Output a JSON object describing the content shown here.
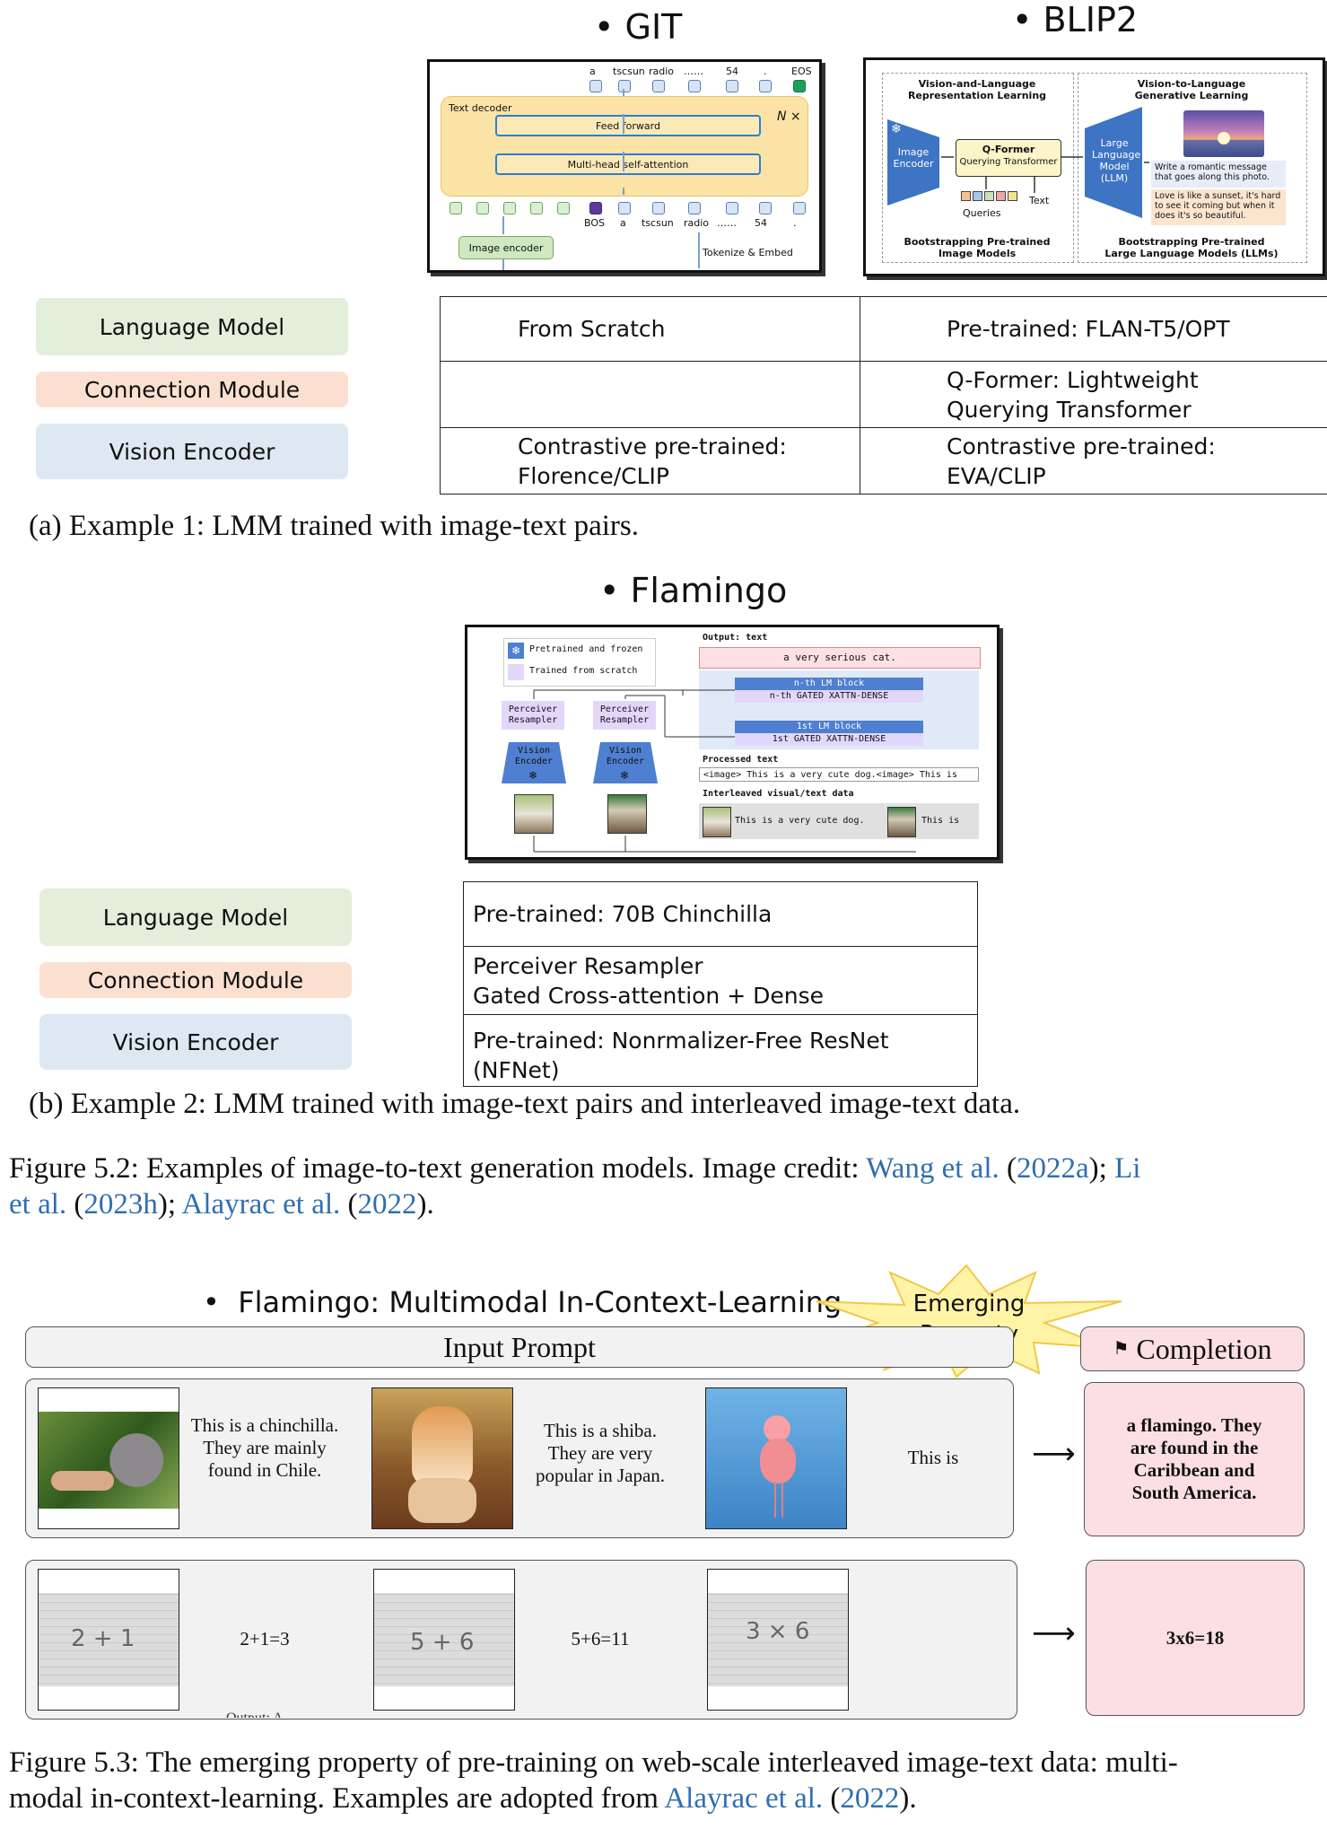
{
  "fig52": {
    "git": {
      "title": "GIT",
      "text_decoder": "Text decoder",
      "feed_forward": "Feed forward",
      "mhsa": "Multi-head self-attention",
      "nx": "N ×",
      "out_tokens": [
        "a",
        "tscsun",
        "radio",
        "……",
        "54",
        ".",
        "EOS"
      ],
      "in_tokens": [
        "BOS",
        "a",
        "tscsun",
        "radio",
        "……",
        "54",
        "."
      ],
      "image_encoder": "Image encoder",
      "tokenize": "Tokenize & Embed"
    },
    "blip2": {
      "title": "BLIP2",
      "vl_rep": "Vision-and-Language\nRepresentation Learning",
      "vl_gen": "Vision-to-Language\nGenerative Learning",
      "image_encoder": "Image\nEncoder",
      "qformer": "Q-Former",
      "querying_transformer": "Querying Transformer",
      "queries": "Queries",
      "text": "Text",
      "llm": "Large\nLanguage\nModel\n(LLM)",
      "prompt": "Write a romantic message that goes along this photo.",
      "answer": "Love is like a sunset, it's hard to see it coming but when it does it's so beautiful.",
      "boot1": "Bootstrapping Pre-trained\nImage Models",
      "boot2": "Bootstrapping Pre-trained\nLarge Language Models (LLMs)"
    },
    "legend": {
      "language_model": "Language Model",
      "connection_module": "Connection Module",
      "vision_encoder": "Vision Encoder",
      "colors": {
        "language": "#e3efda",
        "connection": "#fbe0d2",
        "vision": "#dde8f3"
      }
    },
    "table1": {
      "git_lm": "From Scratch",
      "blip_lm": "Pre-trained: FLAN-T5/OPT",
      "git_conn": "",
      "blip_conn_1": "Q-Former: Lightweight",
      "blip_conn_2": "Querying Transformer",
      "git_vis_1": "Contrastive pre-trained:",
      "git_vis_2": "Florence/CLIP",
      "blip_vis_1": "Contrastive pre-trained:",
      "blip_vis_2": "EVA/CLIP"
    },
    "caption_a": "(a) Example 1: LMM trained with image-text pairs.",
    "flamingo": {
      "title": "Flamingo",
      "legend_frozen": "Pretrained and frozen",
      "legend_scratch": "Trained from scratch",
      "perceiver": "Perceiver\nResampler",
      "vision_encoder": "Vision\nEncoder",
      "output_label": "Output: text",
      "output_text": "a very serious cat.",
      "nth_lm": "n-th LM block",
      "nth_gated": "n-th GATED XATTN-DENSE",
      "first_lm": "1st LM block",
      "first_gated": "1st GATED XATTN-DENSE",
      "processed_label": "Processed text",
      "processed_text": "<image> This is a very cute dog.<image> This is",
      "interleaved_label": "Interleaved visual/text data",
      "interleaved_text_1": "This is a very cute dog.",
      "interleaved_text_2": "This is"
    },
    "table2": {
      "lm": "Pre-trained: 70B Chinchilla",
      "conn_1": "Perceiver Resampler",
      "conn_2": "Gated Cross-attention + Dense",
      "vis": "Pre-trained: Nonrmalizer-Free ResNet (NFNet)"
    },
    "caption_b": "(b) Example 2: LMM trained with image-text pairs and interleaved image-text data.",
    "figure_caption": {
      "prefix": "Figure 5.2: Examples of image-to-text generation models.  Image credit: ",
      "c1": "Wang et al.",
      "c1y": "2022a",
      "c2": "Li",
      "c2b": "et al.",
      "c2y": "2023h",
      "c3": "Alayrac et al.",
      "c3y": "2022"
    }
  },
  "fig53": {
    "title": "Flamingo: Multimodal In-Context-Learning",
    "emerging": "Emerging\nProperty",
    "input_prompt": "Input Prompt",
    "completion": "Completion",
    "row1": {
      "t1": "This is a chinchilla. They are mainly found in Chile.",
      "t2": "This is a shiba. They are very popular in Japan.",
      "t3": "This is",
      "answer": "a flamingo. They are found in the Caribbean and South America."
    },
    "row2": {
      "img1": "2 + 1",
      "t1": "2+1=3",
      "img2": "5 + 6",
      "t2": "5+6=11",
      "img3": "3 × 6",
      "answer": "3x6=18",
      "cut_text": "Output: A"
    },
    "arrow": "⟶",
    "caption_line1": "Figure 5.3: The emerging property of pre-training on web-scale interleaved image-text data: multi-",
    "caption_line2_prefix": "modal in-context-learning. Examples are adopted from ",
    "caption_cite": "Alayrac et al.",
    "caption_year": "2022"
  }
}
